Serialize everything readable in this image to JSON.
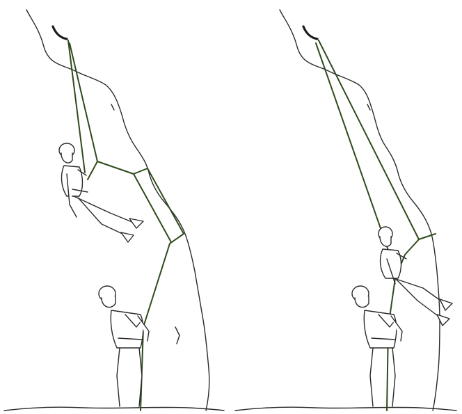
{
  "illustration": {
    "panels": [
      {
        "id": "left",
        "scene": "belayed-climber-lowering-with-runners",
        "icon": "rock-face-icon"
      },
      {
        "id": "right",
        "scene": "belayed-climber-direct-rope",
        "icon": "rock-face-icon"
      }
    ],
    "colors": {
      "rope": "#2f4a1c",
      "line_art": "#2a2a2a",
      "background": "#ffffff"
    }
  }
}
